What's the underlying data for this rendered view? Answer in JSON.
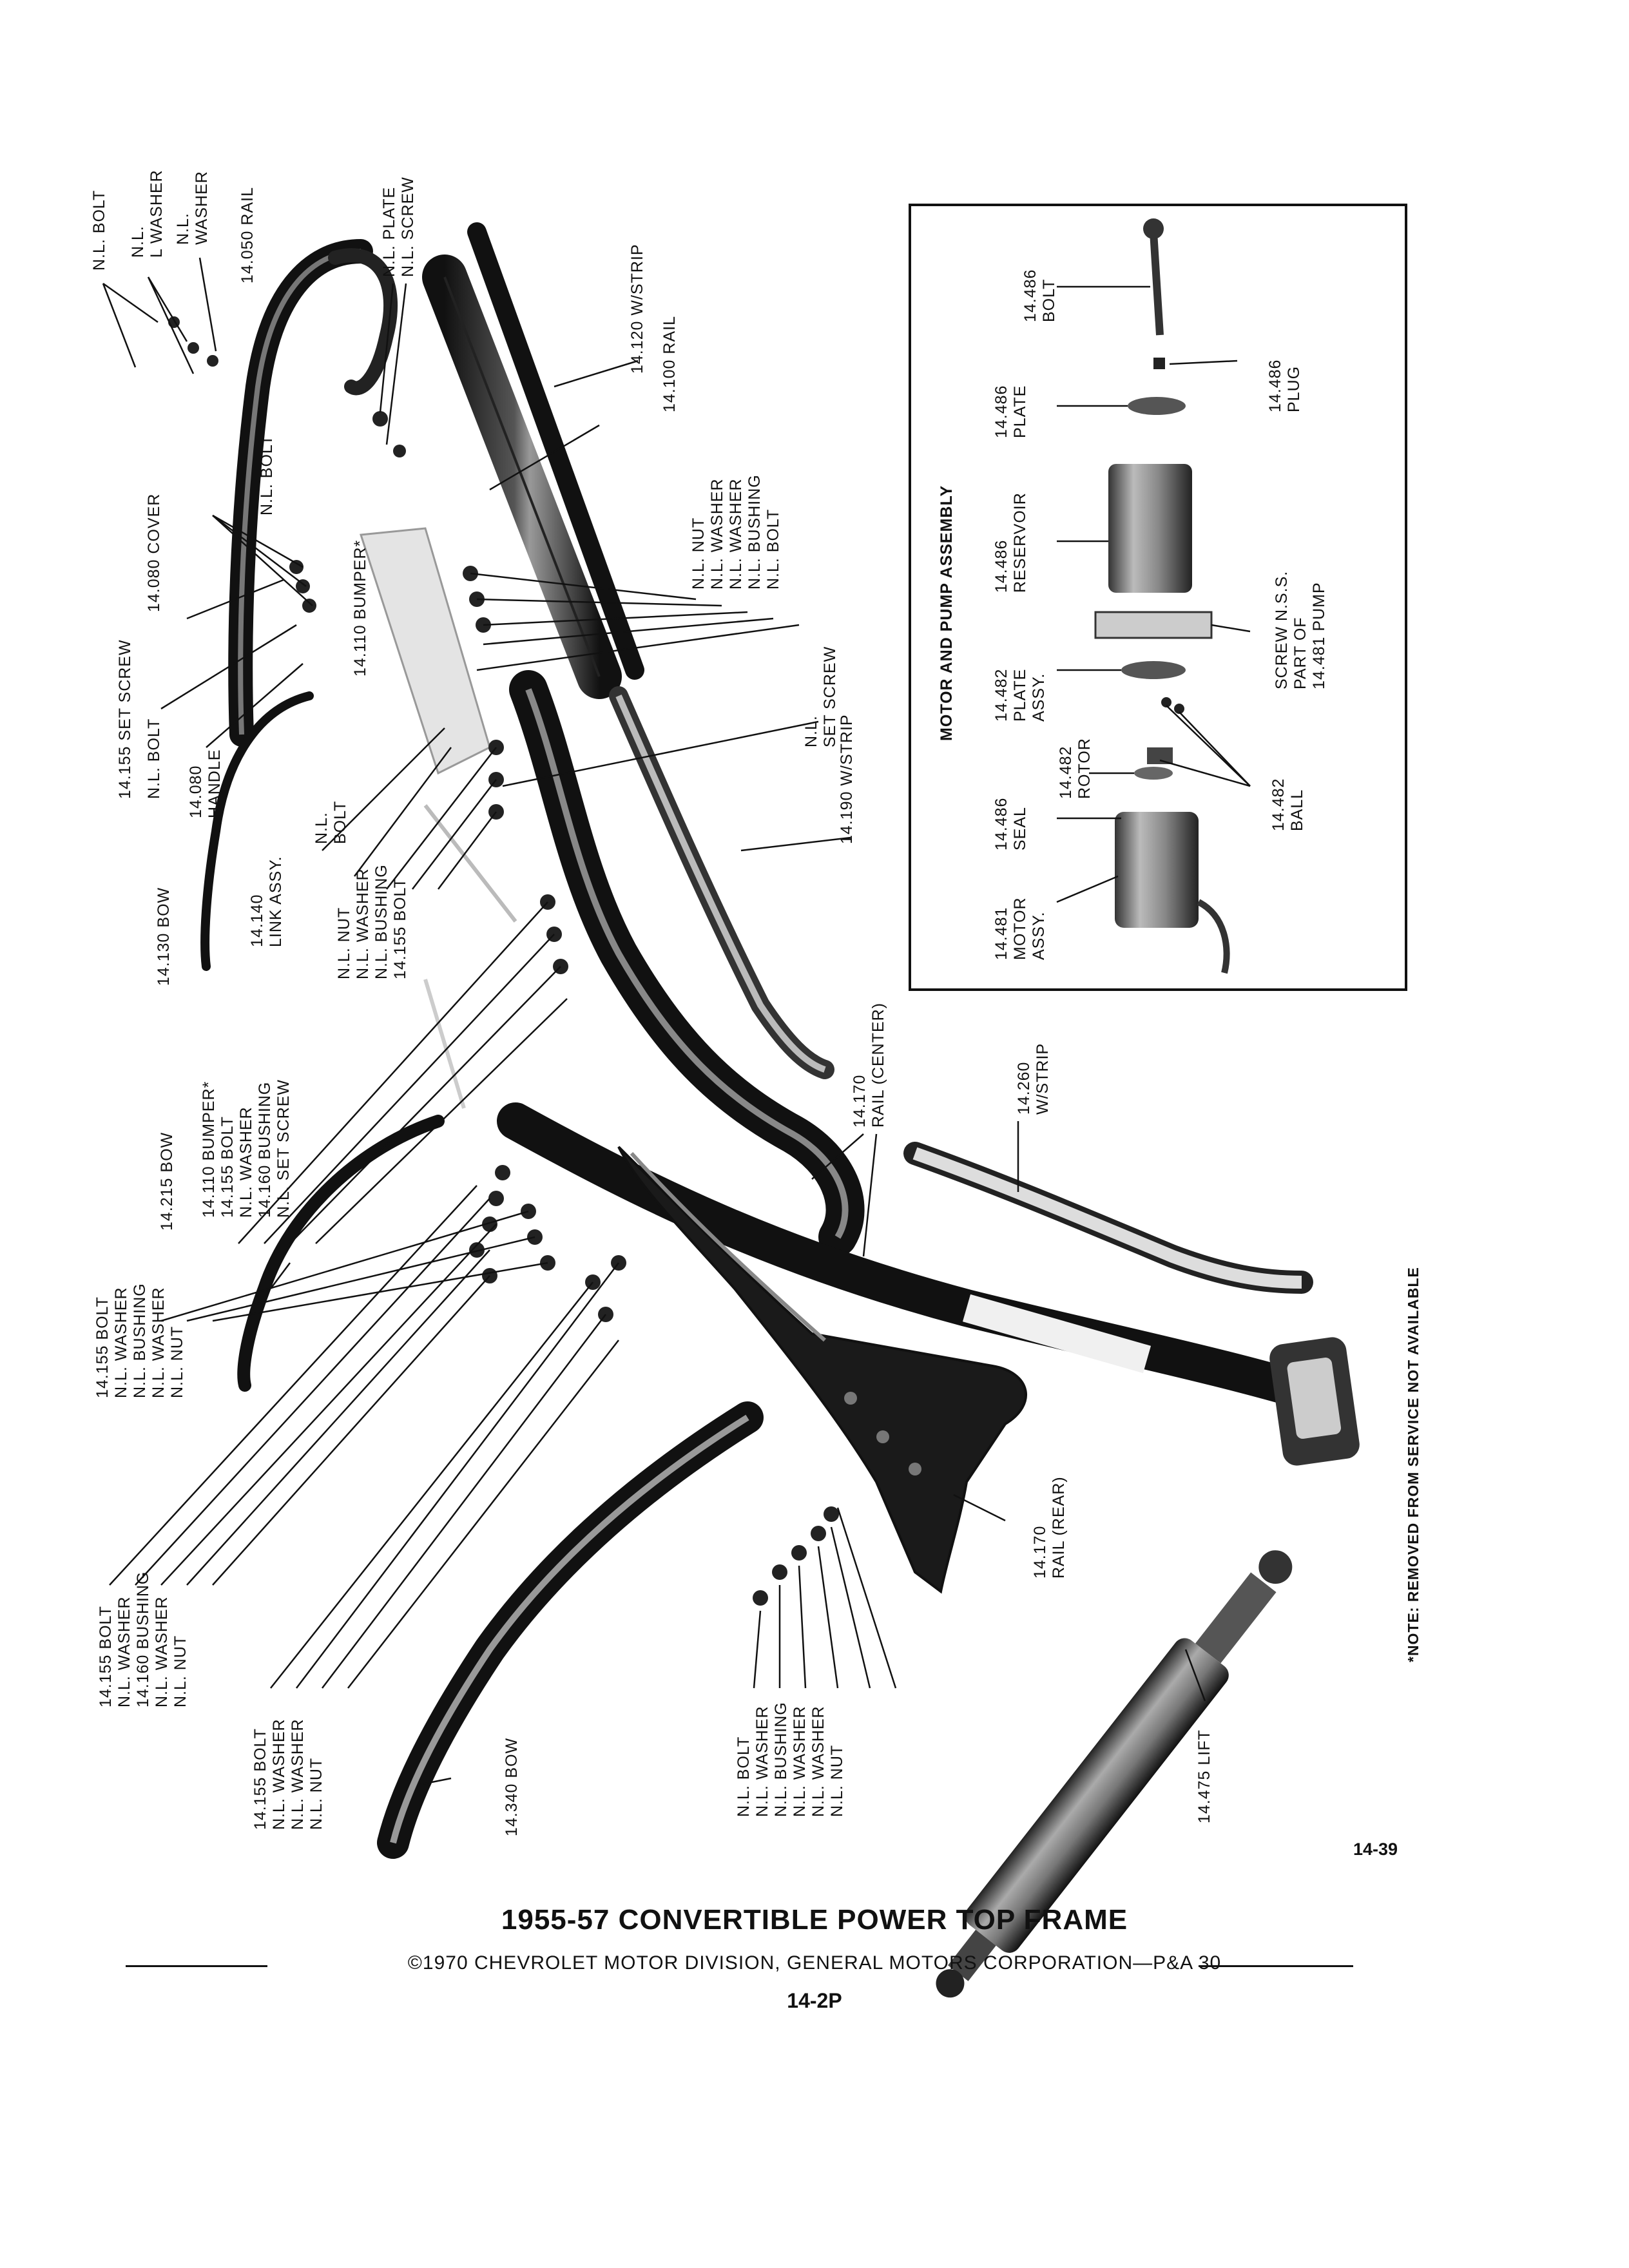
{
  "title": "1955-57 CONVERTIBLE POWER TOP FRAME",
  "copyright": "©1970 CHEVROLET MOTOR DIVISION, GENERAL MOTORS CORPORATION—P&A 30",
  "page_number": "14-2P",
  "figure_number": "14-39",
  "note": "*NOTE: REMOVED FROM SERVICE NOT AVAILABLE",
  "inset_title": "MOTOR AND PUMP ASSEMBLY",
  "labels": {
    "nl_bolt_top": "N.L. BOLT",
    "nl_l_washer": "N.L.\nL WASHER",
    "nl_washer_top": "N.L.\nWASHER",
    "rail_14050": "14.050 RAIL",
    "nl_plate_screw": "N.L. PLATE\nN.L. SCREW",
    "wstrip_14120": "14.120 W/STRIP",
    "rail_14100": "14.100 RAIL",
    "nl_group_right": "N.L. NUT\nN.L. WASHER\nN.L. WASHER\nN.L. BUSHING\nN.L. BOLT",
    "nl_bolt_cover": "N.L. BOLT",
    "cover_14080": "14.080 COVER",
    "bumper_14110_top": "14.110 BUMPER*",
    "setscrew_14155": "14.155 SET SCREW",
    "nl_bolt_mid": "N.L. BOLT",
    "handle_14080": "14.080\nHANDLE",
    "nl_bolt_link": "N.L.\nBOLT",
    "nl_setscrew": "N.L.\nSET SCREW",
    "wstrip_14190": "14.190 W/STRIP",
    "bow_14130": "14.130 BOW",
    "link_14140": "14.140\nLINK ASSY.",
    "nl_group_link": "N.L. NUT\nN.L. WASHER\nN.L. BUSHING\n14.155 BOLT",
    "group_bumper": "14.110 BUMPER*\n14.155 BOLT\nN.L. WASHER\n14.160 BUSHING\nN.L. SET SCREW",
    "bow_14215": "14.215 BOW",
    "group_upper_left": "14.155 BOLT\nN.L. WASHER\nN.L. BUSHING\nN.L. WASHER\nN.L. NUT",
    "group_lower_left": "14.155 BOLT\nN.L. WASHER\n14.160 BUSHING\nN.L. WASHER\nN.L. NUT",
    "group_lower_mid": "14.155 BOLT\nN.L. WASHER\nN.L. WASHER\nN.L. NUT",
    "bow_14340": "14.340 BOW",
    "group_bottom": "N.L. BOLT\nN.L. WASHER\nN.L. BUSHING\nN.L. WASHER\nN.L. WASHER\nN.L. NUT",
    "rail_center": "14.170\nRAIL (CENTER)",
    "rail_rear": "14.170\nRAIL (REAR)",
    "wstrip_14260": "14.260\nW/STRIP",
    "lift_14475": "14.475 LIFT",
    "inset_bolt": "14.486\nBOLT",
    "inset_plug": "14.486\nPLUG",
    "inset_plate": "14.486\nPLATE",
    "inset_reservoir": "14.486\nRESERVOIR",
    "inset_plate_assy": "14.482\nPLATE\nASSY.",
    "inset_screw": "SCREW N.S.S.\nPART OF\n14.481 PUMP",
    "inset_rotor": "14.482\nROTOR",
    "inset_seal": "14.486\nSEAL",
    "inset_motor": "14.481\nMOTOR\nASSY.",
    "inset_ball": "14.482\nBALL"
  }
}
